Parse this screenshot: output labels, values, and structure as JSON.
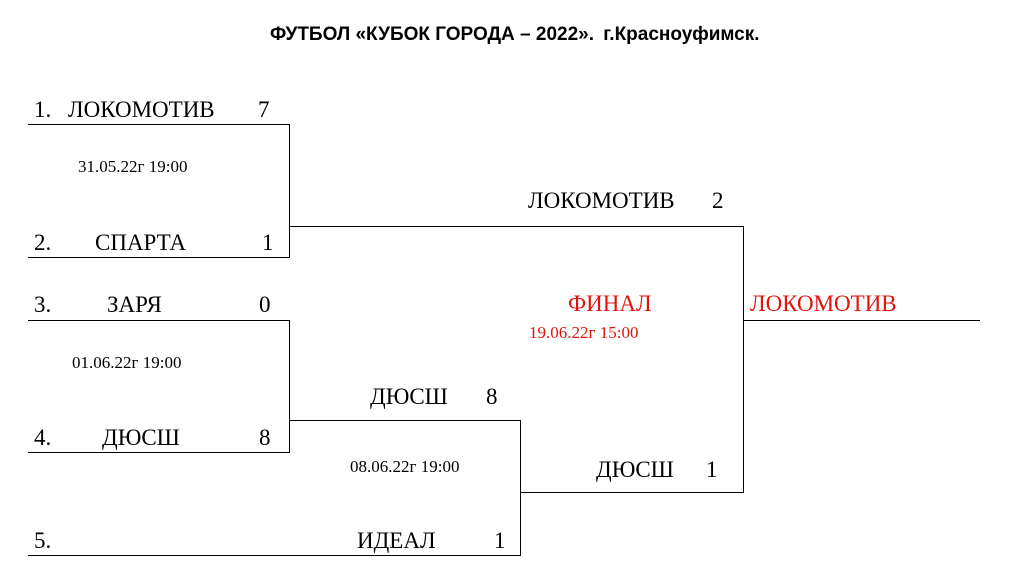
{
  "title": "ФУТБОЛ «КУБОК ГОРОДА – 2022».",
  "city": "г.Красноуфимск.",
  "colors": {
    "text": "#000000",
    "final_accent": "#e3120b"
  },
  "round1": [
    {
      "seed": "1.",
      "team": "ЛОКОМОТИВ",
      "score": "7"
    },
    {
      "seed": "2.",
      "team": "СПАРТА",
      "score": "1"
    },
    {
      "seed": "3.",
      "team": "ЗАРЯ",
      "score": "0"
    },
    {
      "seed": "4.",
      "team": "ДЮСШ",
      "score": "8"
    },
    {
      "seed": "5.",
      "team": "ИДЕАЛ",
      "score": "1"
    }
  ],
  "match_dates": {
    "m1": "31.05.22г  19:00",
    "m2": "01.06.22г  19:00",
    "m3": "08.06.22г  19:00"
  },
  "semifinal": {
    "top": {
      "team": "ЛОКОМОТИВ",
      "score": "2"
    },
    "mid": {
      "team": "ДЮСШ",
      "score": "8"
    },
    "bottom": {
      "team": "ДЮСШ",
      "score": "1"
    }
  },
  "final": {
    "label": "ФИНАЛ",
    "date": "19.06.22г  15:00",
    "winner": "ЛОКОМОТИВ"
  }
}
